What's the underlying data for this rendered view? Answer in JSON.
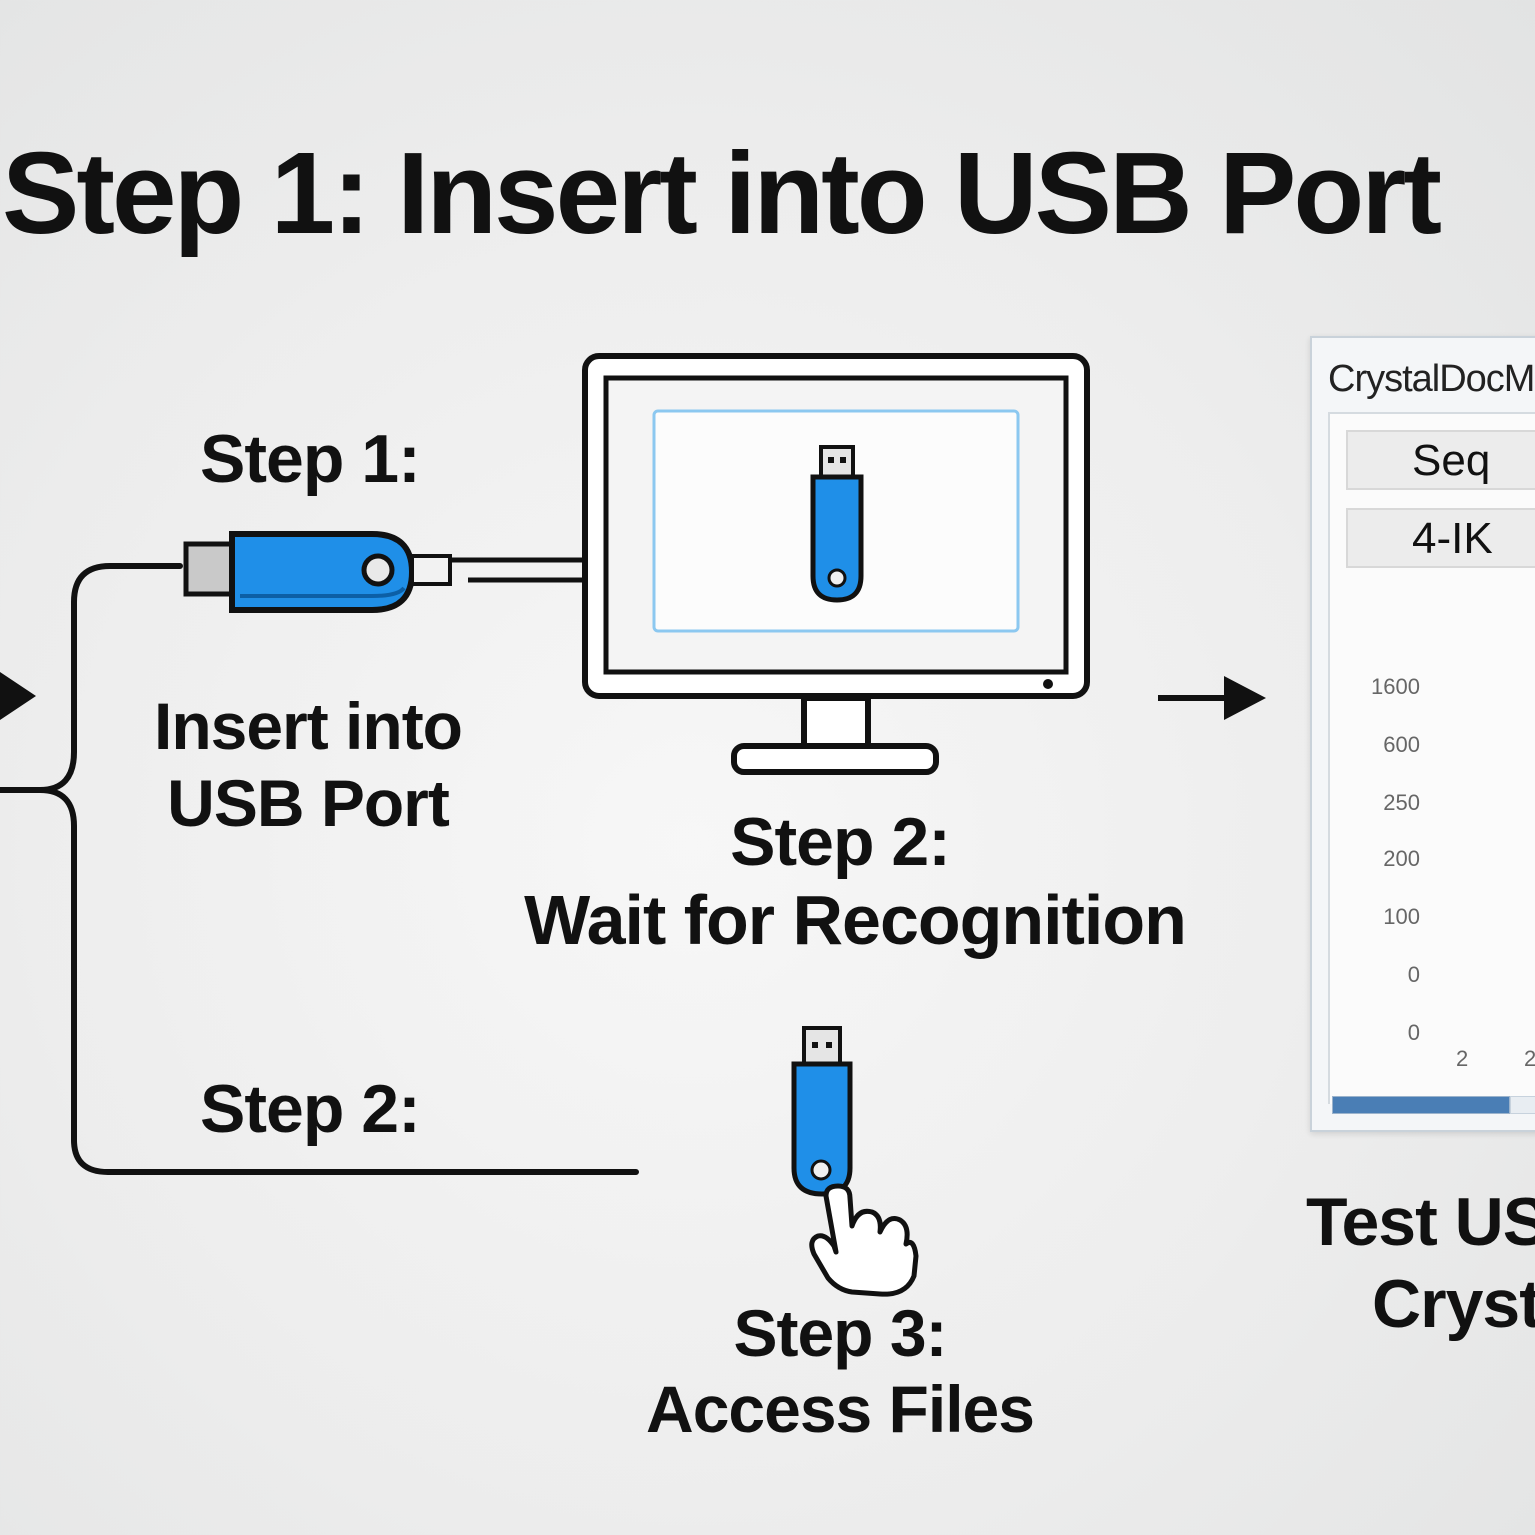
{
  "title": "Step 1: Insert into USB Port",
  "step1": {
    "heading": "Step 1:",
    "description": [
      "Insert into",
      "USB Port"
    ]
  },
  "step2": {
    "heading": "Step 2:",
    "description": "Wait for Recognition"
  },
  "step2_branch": {
    "heading": "Step 2:"
  },
  "step3": {
    "heading": "Step 3:",
    "description": "Access Files"
  },
  "test": {
    "line1": "Test US",
    "line2": "Cryst"
  },
  "benchmark": {
    "window_title": "CrystalDocM",
    "buttons": [
      "Seq",
      "4-IK"
    ],
    "chart": {
      "y_ticks": [
        "1600",
        "600",
        "250",
        "200",
        "100",
        "0",
        "0"
      ],
      "x_ticks": [
        "2",
        "2"
      ]
    }
  },
  "colors": {
    "usb_blue": "#1f8fe8",
    "outline": "#111111",
    "screen_border": "#8cc8f0",
    "chart_blue": "#2f6fcf",
    "chart_green": "#3a9a4a",
    "progress": "#4a7eb5"
  },
  "icons": [
    "usb-drive-icon",
    "monitor-icon",
    "arrow-right-icon",
    "hand-pointer-icon"
  ]
}
